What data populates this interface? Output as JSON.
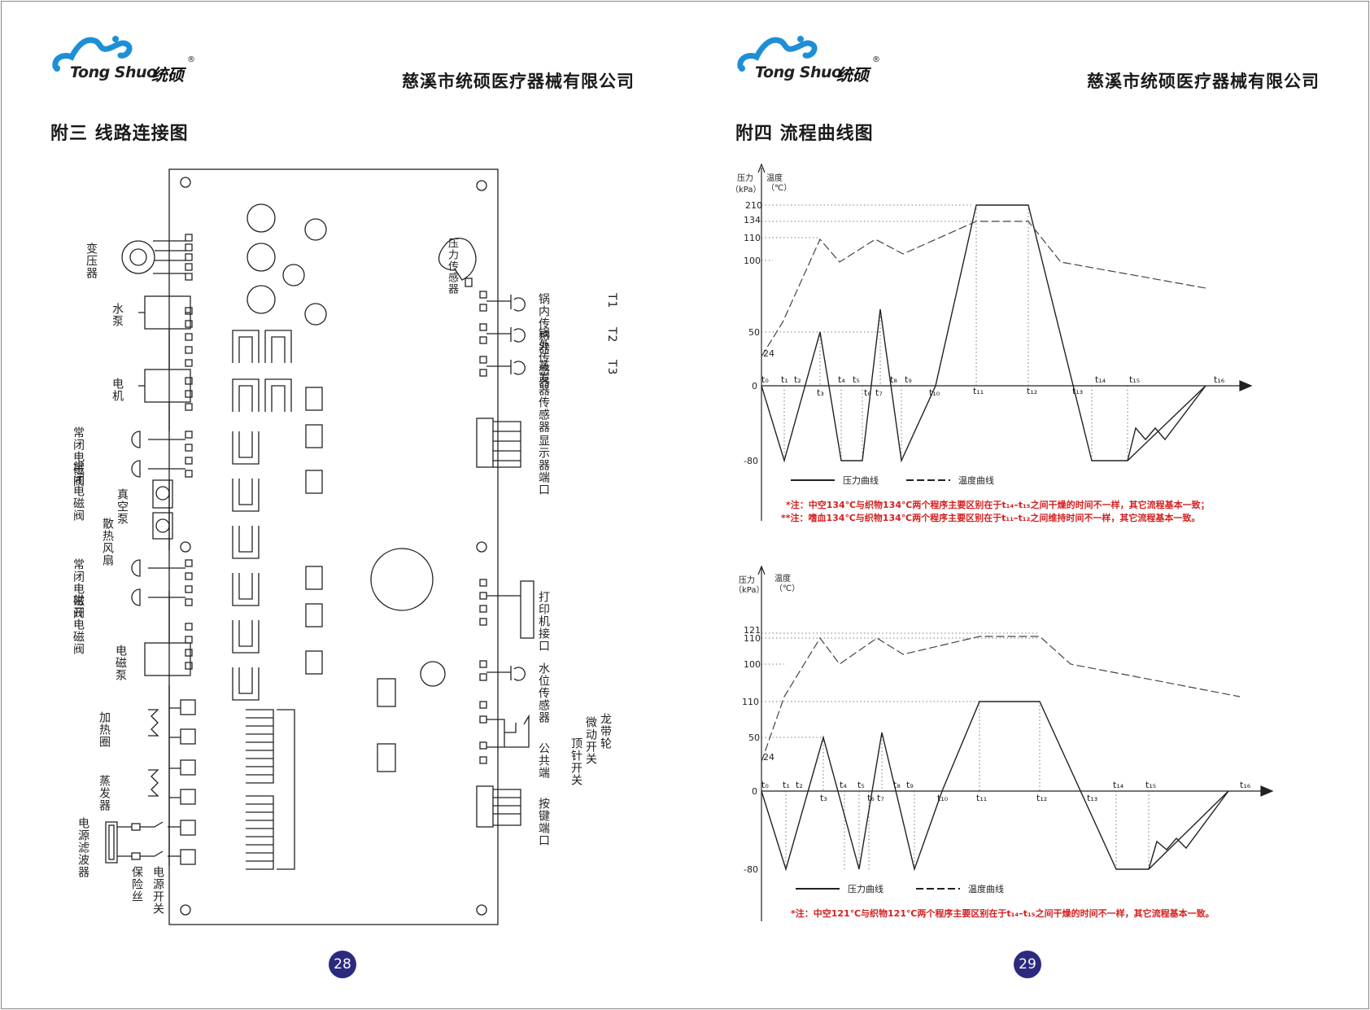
{
  "header": {
    "logo_text": "Tong Shuo",
    "logo_cn": "统硕",
    "logo_reg": "®",
    "company": "慈溪市统硕医疗器械有限公司"
  },
  "left_page": {
    "title": "附三  线路连接图",
    "page_number": "28",
    "left_labels": [
      "变压器",
      "水泵",
      "电机",
      "常闭电磁阀",
      "常闭电磁阀",
      "真空泵",
      "散热风扇",
      "常闭电磁阀",
      "常开电磁阀",
      "电磁泵",
      "加热圈",
      "蒸发器",
      "电源滤波器",
      "保险丝",
      "电源开关"
    ],
    "right_labels": {
      "pressure_sensor": "压力传感器",
      "t1_sensor": "锅内传感器",
      "t1_tag": "T1",
      "t2_sensor": "锅外传感器",
      "t2_tag": "T2",
      "t3_sensor": "蒸发器传感器",
      "t3_tag": "T3",
      "display_port": "显示器端口",
      "printer_port": "打印机接口",
      "water_level": "水位传感器",
      "microswitch_1": "龙带轮",
      "microswitch_2": "微动开关",
      "microswitch_3": "顶针开关",
      "microswitch_4": "公共端",
      "key_port": "按键端口"
    }
  },
  "right_page": {
    "title": "附四    流程曲线图",
    "page_number": "29",
    "chart1": {
      "y_title_pressure": "压力",
      "y_unit_pressure": "（kPa）",
      "y_title_temp": "温度",
      "y_unit_temp": "（℃）",
      "y_ticks": [
        "210",
        "134",
        "110",
        "100",
        "50",
        "24",
        "0",
        "-80"
      ],
      "t_labels": [
        "t₀",
        "t₁",
        "t₂",
        "t₃",
        "t₄",
        "t₅",
        "t₆",
        "t₇",
        "t₈",
        "t₉",
        "t₁₀",
        "t₁₁",
        "t₁₂",
        "t₁₃",
        "t₁₄",
        "t₁₅",
        "t₁₆"
      ],
      "legend_pressure": "压力曲线",
      "legend_temp": "温度曲线",
      "note1": "*注：中空134℃与织物134℃两个程序主要区别在于t₁₄–t₁₅之间干燥的时间不一样，其它流程基本一致；",
      "note2": "**注：嗜血134℃与织物134℃两个程序主要区别在于t₁₁–t₁₂之间维持时间不一样，其它流程基本一致。"
    },
    "chart2": {
      "y_title_pressure": "压力",
      "y_unit_pressure": "（kPa）",
      "y_title_temp": "温度",
      "y_unit_temp": "（℃）",
      "y_ticks": [
        "121",
        "110",
        "100",
        "110",
        "50",
        "24",
        "0",
        "-80"
      ],
      "t_labels": [
        "t₀",
        "t₁",
        "t₂",
        "t₃",
        "t₄",
        "t₅",
        "t₆",
        "t₇",
        "t₈",
        "t₉",
        "t₁₀",
        "t₁₁",
        "t₁₂",
        "t₁₃",
        "t₁₄",
        "t₁₅",
        "t₁₆"
      ],
      "legend_pressure": "压力曲线",
      "legend_temp": "温度曲线",
      "note1": "*注：中空121℃与织物121℃两个程序主要区别在于t₁₄–t₁₅之间干燥的时间不一样，其它流程基本一致。"
    }
  },
  "colors": {
    "page_badge": "#2b2a7e",
    "note_red": "#d42020",
    "logo_blue": "#1e8fd6"
  }
}
